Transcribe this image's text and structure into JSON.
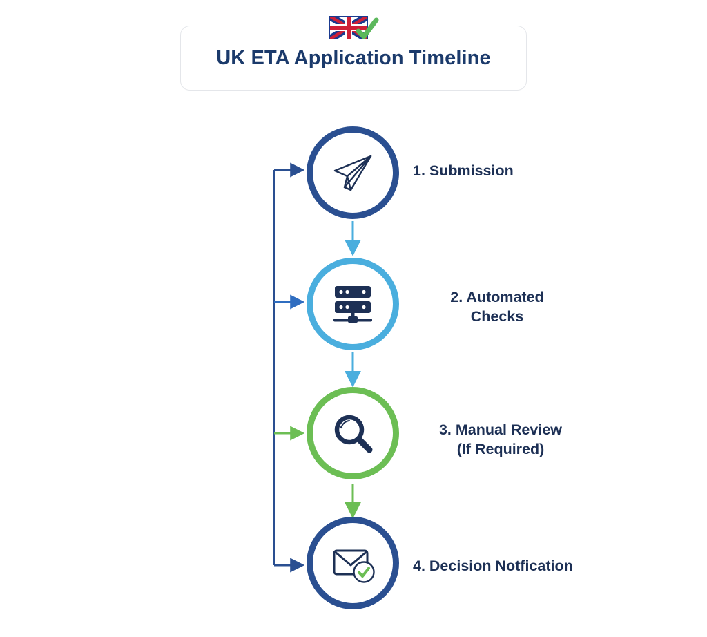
{
  "header": {
    "title": "UK ETA Application Timeline",
    "flag_icon": "uk-flag-icon",
    "check_icon": "green-check-icon"
  },
  "colors": {
    "navy": "#2a4f91",
    "navy_dark": "#1d3055",
    "light_blue": "#4aaede",
    "green": "#6cbe54",
    "text": "#1d3055",
    "title": "#1b3a6b",
    "card_border": "#e4e6ea",
    "background": "#ffffff"
  },
  "diagram": {
    "type": "vertical-flow",
    "spine_color": "#2a4f91",
    "steps": [
      {
        "number": "1",
        "label": "1. Submission",
        "icon": "paper-plane-icon",
        "ring_color": "#2a4f91",
        "inbound_arrow_color": "#2a4f91",
        "outbound_arrow_color": "#4aaede"
      },
      {
        "number": "2",
        "label": "2. Automated\nChecks",
        "icon": "server-stack-icon",
        "ring_color": "#4aaede",
        "inbound_arrow_color": "#2f6dc0",
        "outbound_arrow_color": "#4aaede"
      },
      {
        "number": "3",
        "label": "3. Manual Review\n(If Required)",
        "icon": "magnifying-glass-icon",
        "ring_color": "#6cbe54",
        "inbound_arrow_color": "#6cbe54",
        "outbound_arrow_color": "#6cbe54"
      },
      {
        "number": "4",
        "label": "4. Decision Notfication",
        "icon": "envelope-check-icon",
        "ring_color": "#2a4f91",
        "inbound_arrow_color": "#2a4f91",
        "outbound_arrow_color": null
      }
    ]
  }
}
